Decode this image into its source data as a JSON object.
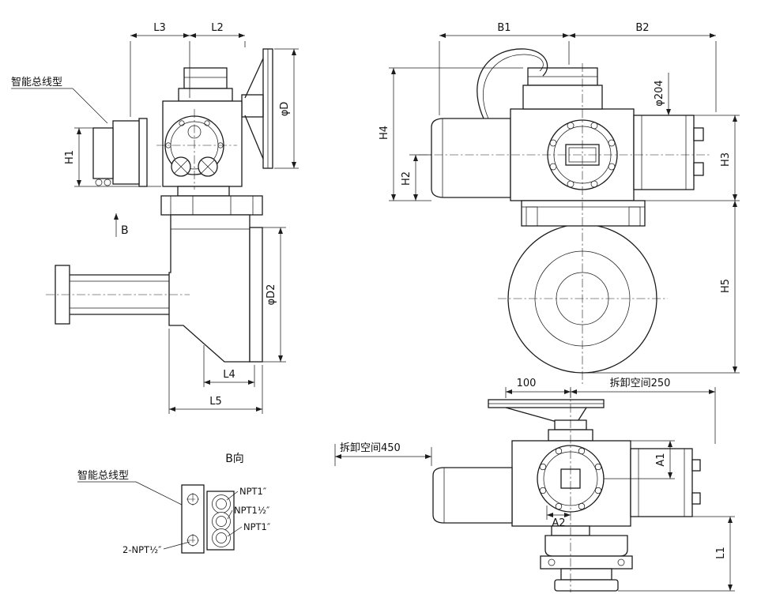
{
  "drawing": {
    "background": "#ffffff",
    "line_color": "#1c1c1c",
    "views": {
      "side": {
        "bus_label": "智能总线型",
        "dims": {
          "L3": "L3",
          "L2": "L2",
          "phiD": "φD",
          "H1": "H1",
          "B": "B",
          "phiD2": "φD2",
          "L4": "L4",
          "L5": "L5"
        }
      },
      "front": {
        "dims": {
          "B1": "B1",
          "B2": "B2",
          "phi204": "φ204",
          "H4": "H4",
          "H2": "H2",
          "H3": "H3",
          "H5": "H5"
        }
      },
      "b_view": {
        "title": "B向",
        "bus_label": "智能总线型",
        "ports": {
          "top": "NPT1″",
          "middle": "NPT1½″",
          "bottom": "NPT1″",
          "pair": "2-NPT½″"
        }
      },
      "plan": {
        "dims": {
          "d100": "100",
          "space250": "拆卸空间250",
          "space450": "拆卸空间450",
          "A1": "A1",
          "A2": "A2",
          "L1": "L1"
        }
      }
    }
  }
}
